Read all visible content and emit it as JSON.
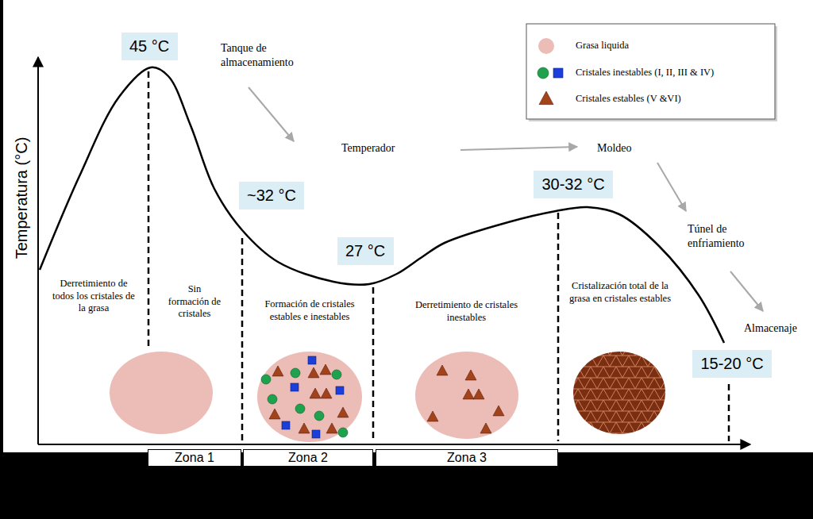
{
  "diagram": {
    "nodes": [
      {
        "text": [
          "45 °C"
        ]
      },
      {
        "text": [
          "~32 °C"
        ]
      },
      {
        "text": [
          "27 °C"
        ]
      },
      {
        "text": [
          "30-32 °C"
        ]
      },
      {
        "text": [
          "15-20 °C"
        ]
      },
      {
        "text": [
          "Zona 1"
        ]
      },
      {
        "text": [
          "Zona 2"
        ]
      },
      {
        "text": [
          "Zona 3"
        ]
      }
    ],
    "labels": [
      "Temperatura (°C)",
      "Tanque de almacenamiento",
      "Temperador",
      "Moldeo",
      "Túnel de enfriamiento",
      "Almacenaje",
      "Derretimiento de todos los cristales de la grasa",
      "Sin formación de cristales",
      "Formación de cristales estables e inestables",
      "Derretimiento de cristales inestables",
      "Cristalización total de la grasa en cristales estables"
    ],
    "legend": [
      {
        "text": "Grasa liquida",
        "color": "#ecbcb7"
      },
      {
        "text": "Cristales inestables (I, II, III & IV)"
      },
      {
        "text": "Cristales estables (V &VI)",
        "color": "#a2431c"
      }
    ]
  }
}
